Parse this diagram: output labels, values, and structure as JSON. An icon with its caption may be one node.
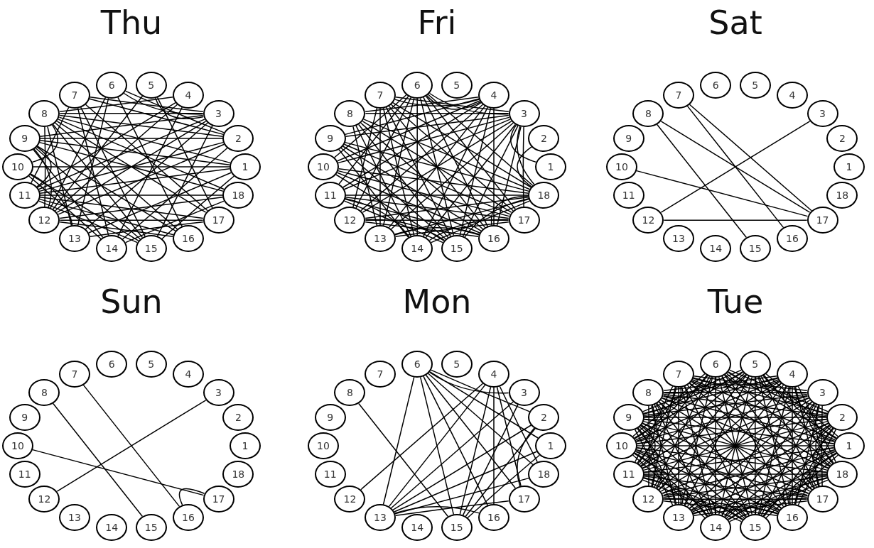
{
  "diagram": {
    "nodes": [
      {
        "text": [
          "1"
        ]
      },
      {
        "text": [
          "2"
        ]
      },
      {
        "text": [
          "3"
        ]
      },
      {
        "text": [
          "4"
        ]
      },
      {
        "text": [
          "5"
        ]
      },
      {
        "text": [
          "6"
        ]
      },
      {
        "text": [
          "7"
        ]
      },
      {
        "text": [
          "8"
        ]
      },
      {
        "text": [
          "9"
        ]
      },
      {
        "text": [
          "10"
        ]
      },
      {
        "text": [
          "11"
        ]
      },
      {
        "text": [
          "12"
        ]
      },
      {
        "text": [
          "13"
        ]
      },
      {
        "text": [
          "14"
        ]
      },
      {
        "text": [
          "15"
        ]
      },
      {
        "text": [
          "16"
        ]
      },
      {
        "text": [
          "17"
        ]
      },
      {
        "text": [
          "18"
        ]
      },
      {
        "text": [
          "1"
        ]
      },
      {
        "text": [
          "2"
        ]
      },
      {
        "text": [
          "3"
        ]
      },
      {
        "text": [
          "4"
        ]
      },
      {
        "text": [
          "5"
        ]
      },
      {
        "text": [
          "6"
        ]
      },
      {
        "text": [
          "7"
        ]
      },
      {
        "text": [
          "8"
        ]
      },
      {
        "text": [
          "9"
        ]
      },
      {
        "text": [
          "10"
        ]
      },
      {
        "text": [
          "11"
        ]
      },
      {
        "text": [
          "12"
        ]
      },
      {
        "text": [
          "13"
        ]
      },
      {
        "text": [
          "14"
        ]
      },
      {
        "text": [
          "15"
        ]
      },
      {
        "text": [
          "16"
        ]
      },
      {
        "text": [
          "17"
        ]
      },
      {
        "text": [
          "18"
        ]
      },
      {
        "text": [
          "1"
        ]
      },
      {
        "text": [
          "2"
        ]
      },
      {
        "text": [
          "3"
        ]
      },
      {
        "text": [
          "4"
        ]
      },
      {
        "text": [
          "5"
        ]
      },
      {
        "text": [
          "6"
        ]
      },
      {
        "text": [
          "7"
        ]
      },
      {
        "text": [
          "8"
        ]
      },
      {
        "text": [
          "9"
        ]
      },
      {
        "text": [
          "10"
        ]
      },
      {
        "text": [
          "11"
        ]
      },
      {
        "text": [
          "12"
        ]
      },
      {
        "text": [
          "13"
        ]
      },
      {
        "text": [
          "14"
        ]
      },
      {
        "text": [
          "15"
        ]
      },
      {
        "text": [
          "16"
        ]
      },
      {
        "text": [
          "17"
        ]
      },
      {
        "text": [
          "18"
        ]
      },
      {
        "text": [
          "1"
        ]
      },
      {
        "text": [
          "2"
        ]
      },
      {
        "text": [
          "3"
        ]
      },
      {
        "text": [
          "4"
        ]
      },
      {
        "text": [
          "5"
        ]
      },
      {
        "text": [
          "6"
        ]
      },
      {
        "text": [
          "7"
        ]
      },
      {
        "text": [
          "8"
        ]
      },
      {
        "text": [
          "9"
        ]
      },
      {
        "text": [
          "10"
        ]
      },
      {
        "text": [
          "11"
        ]
      },
      {
        "text": [
          "12"
        ]
      },
      {
        "text": [
          "13"
        ]
      },
      {
        "text": [
          "14"
        ]
      },
      {
        "text": [
          "15"
        ]
      },
      {
        "text": [
          "16"
        ]
      },
      {
        "text": [
          "17"
        ]
      },
      {
        "text": [
          "18"
        ]
      },
      {
        "text": [
          "1"
        ]
      },
      {
        "text": [
          "2"
        ]
      },
      {
        "text": [
          "3"
        ]
      },
      {
        "text": [
          "4"
        ]
      },
      {
        "text": [
          "5"
        ]
      },
      {
        "text": [
          "6"
        ]
      },
      {
        "text": [
          "7"
        ]
      },
      {
        "text": [
          "8"
        ]
      },
      {
        "text": [
          "9"
        ]
      },
      {
        "text": [
          "10"
        ]
      },
      {
        "text": [
          "11"
        ]
      },
      {
        "text": [
          "12"
        ]
      },
      {
        "text": [
          "13"
        ]
      },
      {
        "text": [
          "14"
        ]
      },
      {
        "text": [
          "15"
        ]
      },
      {
        "text": [
          "16"
        ]
      },
      {
        "text": [
          "17"
        ]
      },
      {
        "text": [
          "18"
        ]
      },
      {
        "text": [
          "1"
        ]
      },
      {
        "text": [
          "2"
        ]
      },
      {
        "text": [
          "3"
        ]
      },
      {
        "text": [
          "4"
        ]
      },
      {
        "text": [
          "5"
        ]
      },
      {
        "text": [
          "6"
        ]
      },
      {
        "text": [
          "7"
        ]
      },
      {
        "text": [
          "8"
        ]
      },
      {
        "text": [
          "9"
        ]
      },
      {
        "text": [
          "10"
        ]
      },
      {
        "text": [
          "11"
        ]
      },
      {
        "text": [
          "12"
        ]
      },
      {
        "text": [
          "13"
        ]
      },
      {
        "text": [
          "14"
        ]
      },
      {
        "text": [
          "15"
        ]
      },
      {
        "text": [
          "16"
        ]
      },
      {
        "text": [
          "17"
        ]
      },
      {
        "text": [
          "18"
        ]
      }
    ],
    "edges": [
      {
        "from": 7,
        "to": 1,
        "arrow": "none"
      },
      {
        "from": 7,
        "to": 2,
        "arrow": "none"
      },
      {
        "from": 7,
        "to": 0,
        "arrow": "none"
      },
      {
        "from": 7,
        "to": 17,
        "arrow": "none"
      },
      {
        "from": 7,
        "to": 16,
        "arrow": "none"
      },
      {
        "from": 7,
        "to": 15,
        "arrow": "none"
      },
      {
        "from": 7,
        "to": 14,
        "arrow": "none"
      },
      {
        "from": 7,
        "to": 11,
        "arrow": "none"
      },
      {
        "from": 7,
        "to": 12,
        "arrow": "none"
      },
      {
        "from": 6,
        "to": 1,
        "arrow": "none"
      },
      {
        "from": 6,
        "to": 2,
        "arrow": "none"
      },
      {
        "from": 6,
        "to": 16,
        "arrow": "none"
      },
      {
        "from": 6,
        "to": 14,
        "arrow": "none"
      },
      {
        "from": 6,
        "to": 13,
        "arrow": "none"
      },
      {
        "from": 6,
        "to": 10,
        "arrow": "none"
      },
      {
        "from": 5,
        "to": 2,
        "arrow": "none"
      },
      {
        "from": 5,
        "to": 1,
        "arrow": "none"
      },
      {
        "from": 5,
        "to": 15,
        "arrow": "none"
      },
      {
        "from": 5,
        "to": 11,
        "arrow": "none"
      },
      {
        "from": 5,
        "to": 12,
        "arrow": "none"
      },
      {
        "from": 4,
        "to": 2,
        "arrow": "none"
      },
      {
        "from": 4,
        "to": 11,
        "arrow": "none"
      },
      {
        "from": 4,
        "to": 16,
        "arrow": "none"
      },
      {
        "from": 3,
        "to": 7,
        "arrow": "none"
      },
      {
        "from": 3,
        "to": 10,
        "arrow": "none"
      },
      {
        "from": 3,
        "to": 11,
        "arrow": "none"
      },
      {
        "from": 3,
        "to": 13,
        "arrow": "none"
      },
      {
        "from": 2,
        "to": 8,
        "arrow": "none"
      },
      {
        "from": 2,
        "to": 10,
        "arrow": "none"
      },
      {
        "from": 2,
        "to": 11,
        "arrow": "none"
      },
      {
        "from": 2,
        "to": 12,
        "arrow": "none"
      },
      {
        "from": 2,
        "to": 14,
        "arrow": "none"
      },
      {
        "from": 1,
        "to": 8,
        "arrow": "none"
      },
      {
        "from": 1,
        "to": 10,
        "arrow": "none"
      },
      {
        "from": 1,
        "to": 11,
        "arrow": "none"
      },
      {
        "from": 1,
        "to": 13,
        "arrow": "none"
      },
      {
        "from": 0,
        "to": 8,
        "arrow": "none"
      },
      {
        "from": 0,
        "to": 9,
        "arrow": "none"
      },
      {
        "from": 0,
        "to": 10,
        "arrow": "none"
      },
      {
        "from": 0,
        "to": 12,
        "arrow": "none"
      },
      {
        "from": 0,
        "to": 14,
        "arrow": "none"
      },
      {
        "from": 17,
        "to": 8,
        "arrow": "none"
      },
      {
        "from": 17,
        "to": 10,
        "arrow": "none"
      },
      {
        "from": 17,
        "to": 11,
        "arrow": "none"
      },
      {
        "from": 17,
        "to": 13,
        "arrow": "none"
      },
      {
        "from": 16,
        "to": 10,
        "arrow": "none"
      },
      {
        "from": 16,
        "to": 11,
        "arrow": "none"
      },
      {
        "from": 16,
        "to": 12,
        "arrow": "none"
      },
      {
        "from": 15,
        "to": 8,
        "arrow": "none"
      },
      {
        "from": 15,
        "to": 10,
        "arrow": "none"
      },
      {
        "from": 15,
        "to": 11,
        "arrow": "none"
      },
      {
        "from": 14,
        "to": 8,
        "arrow": "none"
      },
      {
        "from": 14,
        "to": 9,
        "arrow": "none"
      },
      {
        "from": 14,
        "to": 10,
        "arrow": "none"
      },
      {
        "from": 13,
        "to": 8,
        "arrow": "none"
      },
      {
        "from": 13,
        "to": 9,
        "arrow": "none"
      },
      {
        "from": 12,
        "to": 9,
        "arrow": "none"
      },
      {
        "from": 11,
        "to": 8,
        "arrow": "none"
      },
      {
        "from": 10,
        "to": 8,
        "arrow": "none"
      },
      {
        "from": 9,
        "to": 7,
        "arrow": "none"
      },
      {
        "from": 23,
        "to": 20,
        "arrow": "none"
      },
      {
        "from": 23,
        "to": 35,
        "arrow": "none"
      },
      {
        "from": 23,
        "to": 34,
        "arrow": "none"
      },
      {
        "from": 23,
        "to": 33,
        "arrow": "none"
      },
      {
        "from": 23,
        "to": 32,
        "arrow": "none"
      },
      {
        "from": 23,
        "to": 31,
        "arrow": "none"
      },
      {
        "from": 23,
        "to": 30,
        "arrow": "none"
      },
      {
        "from": 23,
        "to": 29,
        "arrow": "none"
      },
      {
        "from": 23,
        "to": 28,
        "arrow": "none"
      },
      {
        "from": 23,
        "to": 27,
        "arrow": "none"
      },
      {
        "from": 23,
        "to": 21,
        "arrow": "none"
      },
      {
        "from": 21,
        "to": 24,
        "arrow": "none"
      },
      {
        "from": 21,
        "to": 25,
        "arrow": "none"
      },
      {
        "from": 21,
        "to": 26,
        "arrow": "none"
      },
      {
        "from": 21,
        "to": 27,
        "arrow": "none"
      },
      {
        "from": 21,
        "to": 28,
        "arrow": "none"
      },
      {
        "from": 21,
        "to": 29,
        "arrow": "none"
      },
      {
        "from": 21,
        "to": 30,
        "arrow": "none"
      },
      {
        "from": 21,
        "to": 31,
        "arrow": "none"
      },
      {
        "from": 21,
        "to": 32,
        "arrow": "none"
      },
      {
        "from": 21,
        "to": 33,
        "arrow": "none"
      },
      {
        "from": 20,
        "to": 24,
        "arrow": "none"
      },
      {
        "from": 20,
        "to": 25,
        "arrow": "none"
      },
      {
        "from": 20,
        "to": 26,
        "arrow": "none"
      },
      {
        "from": 20,
        "to": 27,
        "arrow": "none"
      },
      {
        "from": 20,
        "to": 28,
        "arrow": "none"
      },
      {
        "from": 20,
        "to": 29,
        "arrow": "none"
      },
      {
        "from": 20,
        "to": 30,
        "arrow": "none"
      },
      {
        "from": 20,
        "to": 31,
        "arrow": "none"
      },
      {
        "from": 20,
        "to": 32,
        "arrow": "none"
      },
      {
        "from": 20,
        "to": 33,
        "arrow": "none"
      },
      {
        "from": 20,
        "to": 34,
        "arrow": "none"
      },
      {
        "from": 20,
        "to": 35,
        "arrow": "none"
      },
      {
        "from": 20,
        "to": 18,
        "arrow": "none"
      },
      {
        "from": 19,
        "to": 35,
        "arrow": "none"
      },
      {
        "from": 24,
        "to": 35,
        "arrow": "none"
      },
      {
        "from": 24,
        "to": 34,
        "arrow": "none"
      },
      {
        "from": 24,
        "to": 33,
        "arrow": "none"
      },
      {
        "from": 24,
        "to": 32,
        "arrow": "none"
      },
      {
        "from": 24,
        "to": 31,
        "arrow": "none"
      },
      {
        "from": 24,
        "to": 30,
        "arrow": "none"
      },
      {
        "from": 24,
        "to": 29,
        "arrow": "none"
      },
      {
        "from": 25,
        "to": 35,
        "arrow": "none"
      },
      {
        "from": 25,
        "to": 34,
        "arrow": "none"
      },
      {
        "from": 25,
        "to": 33,
        "arrow": "none"
      },
      {
        "from": 25,
        "to": 32,
        "arrow": "none"
      },
      {
        "from": 25,
        "to": 31,
        "arrow": "none"
      },
      {
        "from": 25,
        "to": 30,
        "arrow": "none"
      },
      {
        "from": 26,
        "to": 35,
        "arrow": "none"
      },
      {
        "from": 26,
        "to": 34,
        "arrow": "none"
      },
      {
        "from": 26,
        "to": 33,
        "arrow": "none"
      },
      {
        "from": 26,
        "to": 32,
        "arrow": "none"
      },
      {
        "from": 26,
        "to": 31,
        "arrow": "none"
      },
      {
        "from": 27,
        "to": 35,
        "arrow": "none"
      },
      {
        "from": 27,
        "to": 34,
        "arrow": "none"
      },
      {
        "from": 27,
        "to": 33,
        "arrow": "none"
      },
      {
        "from": 27,
        "to": 32,
        "arrow": "none"
      },
      {
        "from": 28,
        "to": 35,
        "arrow": "none"
      },
      {
        "from": 28,
        "to": 34,
        "arrow": "none"
      },
      {
        "from": 28,
        "to": 33,
        "arrow": "none"
      },
      {
        "from": 28,
        "to": 32,
        "arrow": "none"
      },
      {
        "from": 28,
        "to": 31,
        "arrow": "none"
      },
      {
        "from": 29,
        "to": 35,
        "arrow": "none"
      },
      {
        "from": 29,
        "to": 34,
        "arrow": "none"
      },
      {
        "from": 29,
        "to": 33,
        "arrow": "none"
      },
      {
        "from": 29,
        "to": 32,
        "arrow": "none"
      },
      {
        "from": 30,
        "to": 35,
        "arrow": "none"
      },
      {
        "from": 30,
        "to": 34,
        "arrow": "none"
      },
      {
        "from": 30,
        "to": 33,
        "arrow": "none"
      },
      {
        "from": 31,
        "to": 35,
        "arrow": "none"
      },
      {
        "from": 31,
        "to": 34,
        "arrow": "none"
      },
      {
        "from": 32,
        "to": 35,
        "arrow": "none"
      },
      {
        "from": 33,
        "to": 35,
        "arrow": "none"
      },
      {
        "from": 42,
        "to": 51,
        "arrow": "none"
      },
      {
        "from": 42,
        "to": 52,
        "arrow": "none"
      },
      {
        "from": 43,
        "to": 50,
        "arrow": "none"
      },
      {
        "from": 43,
        "to": 52,
        "arrow": "none"
      },
      {
        "from": 38,
        "to": 47,
        "arrow": "none"
      },
      {
        "from": 45,
        "to": 52,
        "arrow": "none"
      },
      {
        "from": 47,
        "to": 52,
        "arrow": "none"
      },
      {
        "from": 60,
        "to": 69,
        "arrow": "none"
      },
      {
        "from": 61,
        "to": 68,
        "arrow": "none"
      },
      {
        "from": 56,
        "to": 65,
        "arrow": "none"
      },
      {
        "from": 63,
        "to": 70,
        "arrow": "none"
      },
      {
        "from": 69,
        "to": 70,
        "arrow": "none"
      },
      {
        "from": 77,
        "to": 84,
        "arrow": "none"
      },
      {
        "from": 77,
        "to": 86,
        "arrow": "none"
      },
      {
        "from": 77,
        "to": 87,
        "arrow": "none"
      },
      {
        "from": 77,
        "to": 88,
        "arrow": "none"
      },
      {
        "from": 77,
        "to": 89,
        "arrow": "none"
      },
      {
        "from": 77,
        "to": 72,
        "arrow": "none"
      },
      {
        "from": 77,
        "to": 73,
        "arrow": "none"
      },
      {
        "from": 77,
        "to": 74,
        "arrow": "none"
      },
      {
        "from": 79,
        "to": 86,
        "arrow": "none"
      },
      {
        "from": 75,
        "to": 83,
        "arrow": "none"
      },
      {
        "from": 75,
        "to": 84,
        "arrow": "none"
      },
      {
        "from": 75,
        "to": 86,
        "arrow": "none"
      },
      {
        "from": 75,
        "to": 87,
        "arrow": "none"
      },
      {
        "from": 75,
        "to": 88,
        "arrow": "none"
      },
      {
        "from": 75,
        "to": 89,
        "arrow": "none"
      },
      {
        "from": 74,
        "to": 84,
        "arrow": "none"
      },
      {
        "from": 73,
        "to": 84,
        "arrow": "none"
      },
      {
        "from": 72,
        "to": 84,
        "arrow": "none"
      },
      {
        "from": 89,
        "to": 84,
        "arrow": "none"
      },
      {
        "from": 88,
        "to": 84,
        "arrow": "none"
      },
      {
        "from": 87,
        "to": 84,
        "arrow": "none"
      },
      {
        "from": 73,
        "to": 86,
        "arrow": "none"
      },
      {
        "from": 72,
        "to": 86,
        "arrow": "none"
      },
      {
        "from": 74,
        "to": 86,
        "arrow": "none"
      },
      {
        "from": 73,
        "to": 88,
        "arrow": "none"
      },
      {
        "from": 90,
        "to": 91,
        "arrow": "none"
      },
      {
        "from": 90,
        "to": 92,
        "arrow": "none"
      },
      {
        "from": 90,
        "to": 93,
        "arrow": "none"
      },
      {
        "from": 90,
        "to": 94,
        "arrow": "none"
      },
      {
        "from": 90,
        "to": 95,
        "arrow": "none"
      },
      {
        "from": 90,
        "to": 96,
        "arrow": "none"
      },
      {
        "from": 90,
        "to": 97,
        "arrow": "none"
      },
      {
        "from": 90,
        "to": 98,
        "arrow": "none"
      },
      {
        "from": 90,
        "to": 99,
        "arrow": "none"
      },
      {
        "from": 90,
        "to": 100,
        "arrow": "none"
      },
      {
        "from": 90,
        "to": 101,
        "arrow": "none"
      },
      {
        "from": 90,
        "to": 102,
        "arrow": "none"
      },
      {
        "from": 90,
        "to": 103,
        "arrow": "none"
      },
      {
        "from": 90,
        "to": 104,
        "arrow": "none"
      },
      {
        "from": 90,
        "to": 105,
        "arrow": "none"
      },
      {
        "from": 90,
        "to": 106,
        "arrow": "none"
      },
      {
        "from": 90,
        "to": 107,
        "arrow": "none"
      },
      {
        "from": 91,
        "to": 92,
        "arrow": "none"
      },
      {
        "from": 91,
        "to": 93,
        "arrow": "none"
      },
      {
        "from": 91,
        "to": 94,
        "arrow": "none"
      },
      {
        "from": 91,
        "to": 95,
        "arrow": "none"
      },
      {
        "from": 91,
        "to": 96,
        "arrow": "none"
      },
      {
        "from": 91,
        "to": 97,
        "arrow": "none"
      },
      {
        "from": 91,
        "to": 98,
        "arrow": "none"
      },
      {
        "from": 91,
        "to": 99,
        "arrow": "none"
      },
      {
        "from": 91,
        "to": 100,
        "arrow": "none"
      },
      {
        "from": 91,
        "to": 101,
        "arrow": "none"
      },
      {
        "from": 91,
        "to": 102,
        "arrow": "none"
      },
      {
        "from": 91,
        "to": 103,
        "arrow": "none"
      },
      {
        "from": 91,
        "to": 104,
        "arrow": "none"
      },
      {
        "from": 91,
        "to": 105,
        "arrow": "none"
      },
      {
        "from": 91,
        "to": 106,
        "arrow": "none"
      },
      {
        "from": 91,
        "to": 107,
        "arrow": "none"
      },
      {
        "from": 92,
        "to": 93,
        "arrow": "none"
      },
      {
        "from": 92,
        "to": 94,
        "arrow": "none"
      },
      {
        "from": 92,
        "to": 95,
        "arrow": "none"
      },
      {
        "from": 92,
        "to": 96,
        "arrow": "none"
      },
      {
        "from": 92,
        "to": 97,
        "arrow": "none"
      },
      {
        "from": 92,
        "to": 98,
        "arrow": "none"
      },
      {
        "from": 92,
        "to": 99,
        "arrow": "none"
      },
      {
        "from": 92,
        "to": 100,
        "arrow": "none"
      },
      {
        "from": 92,
        "to": 101,
        "arrow": "none"
      },
      {
        "from": 92,
        "to": 102,
        "arrow": "none"
      },
      {
        "from": 92,
        "to": 103,
        "arrow": "none"
      },
      {
        "from": 92,
        "to": 104,
        "arrow": "none"
      },
      {
        "from": 92,
        "to": 105,
        "arrow": "none"
      },
      {
        "from": 92,
        "to": 106,
        "arrow": "none"
      },
      {
        "from": 92,
        "to": 107,
        "arrow": "none"
      },
      {
        "from": 93,
        "to": 94,
        "arrow": "none"
      },
      {
        "from": 93,
        "to": 95,
        "arrow": "none"
      },
      {
        "from": 93,
        "to": 96,
        "arrow": "none"
      },
      {
        "from": 93,
        "to": 97,
        "arrow": "none"
      },
      {
        "from": 93,
        "to": 98,
        "arrow": "none"
      },
      {
        "from": 93,
        "to": 99,
        "arrow": "none"
      },
      {
        "from": 93,
        "to": 100,
        "arrow": "none"
      },
      {
        "from": 93,
        "to": 101,
        "arrow": "none"
      },
      {
        "from": 93,
        "to": 102,
        "arrow": "none"
      },
      {
        "from": 93,
        "to": 103,
        "arrow": "none"
      },
      {
        "from": 93,
        "to": 104,
        "arrow": "none"
      },
      {
        "from": 93,
        "to": 105,
        "arrow": "none"
      },
      {
        "from": 93,
        "to": 106,
        "arrow": "none"
      },
      {
        "from": 93,
        "to": 107,
        "arrow": "none"
      },
      {
        "from": 94,
        "to": 95,
        "arrow": "none"
      },
      {
        "from": 94,
        "to": 96,
        "arrow": "none"
      },
      {
        "from": 94,
        "to": 97,
        "arrow": "none"
      },
      {
        "from": 94,
        "to": 98,
        "arrow": "none"
      },
      {
        "from": 94,
        "to": 99,
        "arrow": "none"
      },
      {
        "from": 94,
        "to": 100,
        "arrow": "none"
      },
      {
        "from": 94,
        "to": 101,
        "arrow": "none"
      },
      {
        "from": 94,
        "to": 102,
        "arrow": "none"
      },
      {
        "from": 94,
        "to": 103,
        "arrow": "none"
      },
      {
        "from": 94,
        "to": 104,
        "arrow": "none"
      },
      {
        "from": 94,
        "to": 105,
        "arrow": "none"
      },
      {
        "from": 94,
        "to": 106,
        "arrow": "none"
      },
      {
        "from": 94,
        "to": 107,
        "arrow": "none"
      },
      {
        "from": 95,
        "to": 96,
        "arrow": "none"
      },
      {
        "from": 95,
        "to": 97,
        "arrow": "none"
      },
      {
        "from": 95,
        "to": 98,
        "arrow": "none"
      },
      {
        "from": 95,
        "to": 99,
        "arrow": "none"
      },
      {
        "from": 95,
        "to": 100,
        "arrow": "none"
      },
      {
        "from": 95,
        "to": 101,
        "arrow": "none"
      },
      {
        "from": 95,
        "to": 102,
        "arrow": "none"
      },
      {
        "from": 95,
        "to": 103,
        "arrow": "none"
      },
      {
        "from": 95,
        "to": 104,
        "arrow": "none"
      },
      {
        "from": 95,
        "to": 105,
        "arrow": "none"
      },
      {
        "from": 95,
        "to": 106,
        "arrow": "none"
      },
      {
        "from": 95,
        "to": 107,
        "arrow": "none"
      },
      {
        "from": 96,
        "to": 97,
        "arrow": "none"
      },
      {
        "from": 96,
        "to": 98,
        "arrow": "none"
      },
      {
        "from": 96,
        "to": 99,
        "arrow": "none"
      },
      {
        "from": 96,
        "to": 100,
        "arrow": "none"
      },
      {
        "from": 96,
        "to": 101,
        "arrow": "none"
      },
      {
        "from": 96,
        "to": 102,
        "arrow": "none"
      },
      {
        "from": 96,
        "to": 103,
        "arrow": "none"
      },
      {
        "from": 96,
        "to": 104,
        "arrow": "none"
      },
      {
        "from": 96,
        "to": 105,
        "arrow": "none"
      },
      {
        "from": 96,
        "to": 106,
        "arrow": "none"
      },
      {
        "from": 96,
        "to": 107,
        "arrow": "none"
      },
      {
        "from": 97,
        "to": 98,
        "arrow": "none"
      },
      {
        "from": 97,
        "to": 99,
        "arrow": "none"
      },
      {
        "from": 97,
        "to": 100,
        "arrow": "none"
      },
      {
        "from": 97,
        "to": 101,
        "arrow": "none"
      },
      {
        "from": 97,
        "to": 102,
        "arrow": "none"
      },
      {
        "from": 97,
        "to": 103,
        "arrow": "none"
      },
      {
        "from": 97,
        "to": 104,
        "arrow": "none"
      },
      {
        "from": 97,
        "to": 105,
        "arrow": "none"
      },
      {
        "from": 97,
        "to": 106,
        "arrow": "none"
      },
      {
        "from": 97,
        "to": 107,
        "arrow": "none"
      },
      {
        "from": 98,
        "to": 99,
        "arrow": "none"
      },
      {
        "from": 98,
        "to": 100,
        "arrow": "none"
      },
      {
        "from": 98,
        "to": 101,
        "arrow": "none"
      },
      {
        "from": 98,
        "to": 102,
        "arrow": "none"
      },
      {
        "from": 98,
        "to": 103,
        "arrow": "none"
      },
      {
        "from": 98,
        "to": 104,
        "arrow": "none"
      },
      {
        "from": 98,
        "to": 105,
        "arrow": "none"
      },
      {
        "from": 98,
        "to": 106,
        "arrow": "none"
      },
      {
        "from": 98,
        "to": 107,
        "arrow": "none"
      },
      {
        "from": 99,
        "to": 100,
        "arrow": "none"
      },
      {
        "from": 99,
        "to": 101,
        "arrow": "none"
      },
      {
        "from": 99,
        "to": 102,
        "arrow": "none"
      },
      {
        "from": 99,
        "to": 103,
        "arrow": "none"
      },
      {
        "from": 99,
        "to": 104,
        "arrow": "none"
      },
      {
        "from": 99,
        "to": 105,
        "arrow": "none"
      },
      {
        "from": 99,
        "to": 106,
        "arrow": "none"
      },
      {
        "from": 99,
        "to": 107,
        "arrow": "none"
      },
      {
        "from": 100,
        "to": 101,
        "arrow": "none"
      },
      {
        "from": 100,
        "to": 102,
        "arrow": "none"
      },
      {
        "from": 100,
        "to": 103,
        "arrow": "none"
      },
      {
        "from": 100,
        "to": 104,
        "arrow": "none"
      },
      {
        "from": 100,
        "to": 105,
        "arrow": "none"
      },
      {
        "from": 100,
        "to": 106,
        "arrow": "none"
      },
      {
        "from": 100,
        "to": 107,
        "arrow": "none"
      },
      {
        "from": 101,
        "to": 102,
        "arrow": "none"
      },
      {
        "from": 101,
        "to": 103,
        "arrow": "none"
      },
      {
        "from": 101,
        "to": 104,
        "arrow": "none"
      },
      {
        "from": 101,
        "to": 105,
        "arrow": "none"
      },
      {
        "from": 101,
        "to": 106,
        "arrow": "none"
      },
      {
        "from": 101,
        "to": 107,
        "arrow": "none"
      },
      {
        "from": 102,
        "to": 103,
        "arrow": "none"
      },
      {
        "from": 102,
        "to": 104,
        "arrow": "none"
      },
      {
        "from": 102,
        "to": 105,
        "arrow": "none"
      },
      {
        "from": 102,
        "to": 106,
        "arrow": "none"
      },
      {
        "from": 102,
        "to": 107,
        "arrow": "none"
      },
      {
        "from": 103,
        "to": 104,
        "arrow": "none"
      },
      {
        "from": 103,
        "to": 105,
        "arrow": "none"
      },
      {
        "from": 103,
        "to": 106,
        "arrow": "none"
      },
      {
        "from": 103,
        "to": 107,
        "arrow": "none"
      },
      {
        "from": 104,
        "to": 105,
        "arrow": "none"
      },
      {
        "from": 104,
        "to": 106,
        "arrow": "none"
      },
      {
        "from": 104,
        "to": 107,
        "arrow": "none"
      },
      {
        "from": 105,
        "to": 106,
        "arrow": "none"
      },
      {
        "from": 105,
        "to": 107,
        "arrow": "none"
      },
      {
        "from": 106,
        "to": 107,
        "arrow": "none"
      }
    ],
    "labels": [
      "Thu",
      "Fri",
      "Sat",
      "Sun",
      "Mon",
      "Tue"
    ]
  }
}
